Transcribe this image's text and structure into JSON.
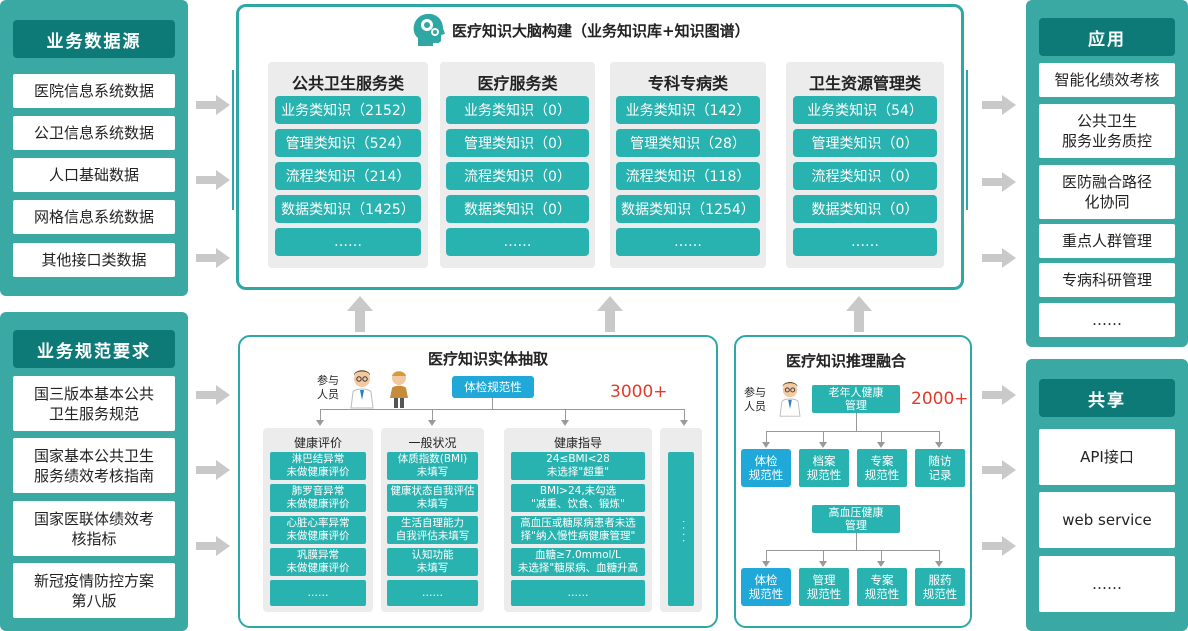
{
  "left_source": {
    "title": "业务数据源",
    "items": [
      "医院信息系统数据",
      "公卫信息系统数据",
      "人口基础数据",
      "网格信息系统数据",
      "其他接口类数据"
    ]
  },
  "left_spec": {
    "title": "业务规范要求",
    "items": [
      "国三版本基本公共\n卫生服务规范",
      "国家基本公共卫生\n服务绩效考核指南",
      "国家医联体绩效考\n核指标",
      "新冠疫情防控方案\n第八版"
    ]
  },
  "top": {
    "title": "医疗知识大脑构建（业务知识库+知识图谱）",
    "columns": [
      {
        "head": "公共卫生服务类",
        "items": [
          "业务类知识（2152）",
          "管理类知识（524）",
          "流程类知识（214）",
          "数据类知识（1425）",
          "……"
        ]
      },
      {
        "head": "医疗服务类",
        "items": [
          "业务类知识（0）",
          "管理类知识（0）",
          "流程类知识（0）",
          "数据类知识（0）",
          "……"
        ]
      },
      {
        "head": "专科专病类",
        "items": [
          "业务类知识（142）",
          "管理类知识（28）",
          "流程类知识（118）",
          "数据类知识（1254）",
          "……"
        ]
      },
      {
        "head": "卫生资源管理类",
        "items": [
          "业务类知识（54）",
          "管理类知识（0）",
          "流程类知识（0）",
          "数据类知识（0）",
          "……"
        ]
      }
    ]
  },
  "extract": {
    "title": "医疗知识实体抽取",
    "participants": "参与\n人员",
    "root": "体检规范性",
    "count": "3000+",
    "cols": [
      {
        "head": "健康评价",
        "items": [
          "淋巴结异常\n未做健康评价",
          "肺罗音异常\n未做健康评价",
          "心脏心率异常\n未做健康评价",
          "巩膜异常\n未做健康评价",
          "……"
        ]
      },
      {
        "head": "一般状况",
        "items": [
          "体质指数(BMI)\n未填写",
          "健康状态自我评估\n未填写",
          "生活自理能力\n自我评估未填写",
          "认知功能\n未填写",
          "……"
        ]
      },
      {
        "head": "健康指导",
        "items": [
          "24≤BMI<28\n未选择\"超重\"",
          "BMI>24,未勾选\n\"减重、饮食、锻炼\"",
          "高血压或糖尿病患者未选\n择\"纳入慢性病健康管理\"",
          "血糖≥7.0mmol/L\n未选择\"糖尿病、血糖升高",
          "……"
        ]
      }
    ],
    "side_dots": "· · · ·"
  },
  "reason": {
    "title": "医疗知识推理融合",
    "participants": "参与\n人员",
    "root1": "老年人健康\n管理",
    "count": "2000+",
    "row1": [
      "体检\n规范性",
      "档案\n规范性",
      "专案\n规范性",
      "随访\n记录"
    ],
    "root2": "高血压健康\n管理",
    "row2": [
      "体检\n规范性",
      "管理\n规范性",
      "专案\n规范性",
      "服药\n规范性"
    ]
  },
  "apps": {
    "title": "应用",
    "items": [
      "智能化绩效考核",
      "公共卫生\n服务业务质控",
      "医防融合路径\n化协同",
      "重点人群管理",
      "专病科研管理",
      "……"
    ]
  },
  "share": {
    "title": "共享",
    "items": [
      "API接口",
      "web service",
      "……"
    ]
  }
}
